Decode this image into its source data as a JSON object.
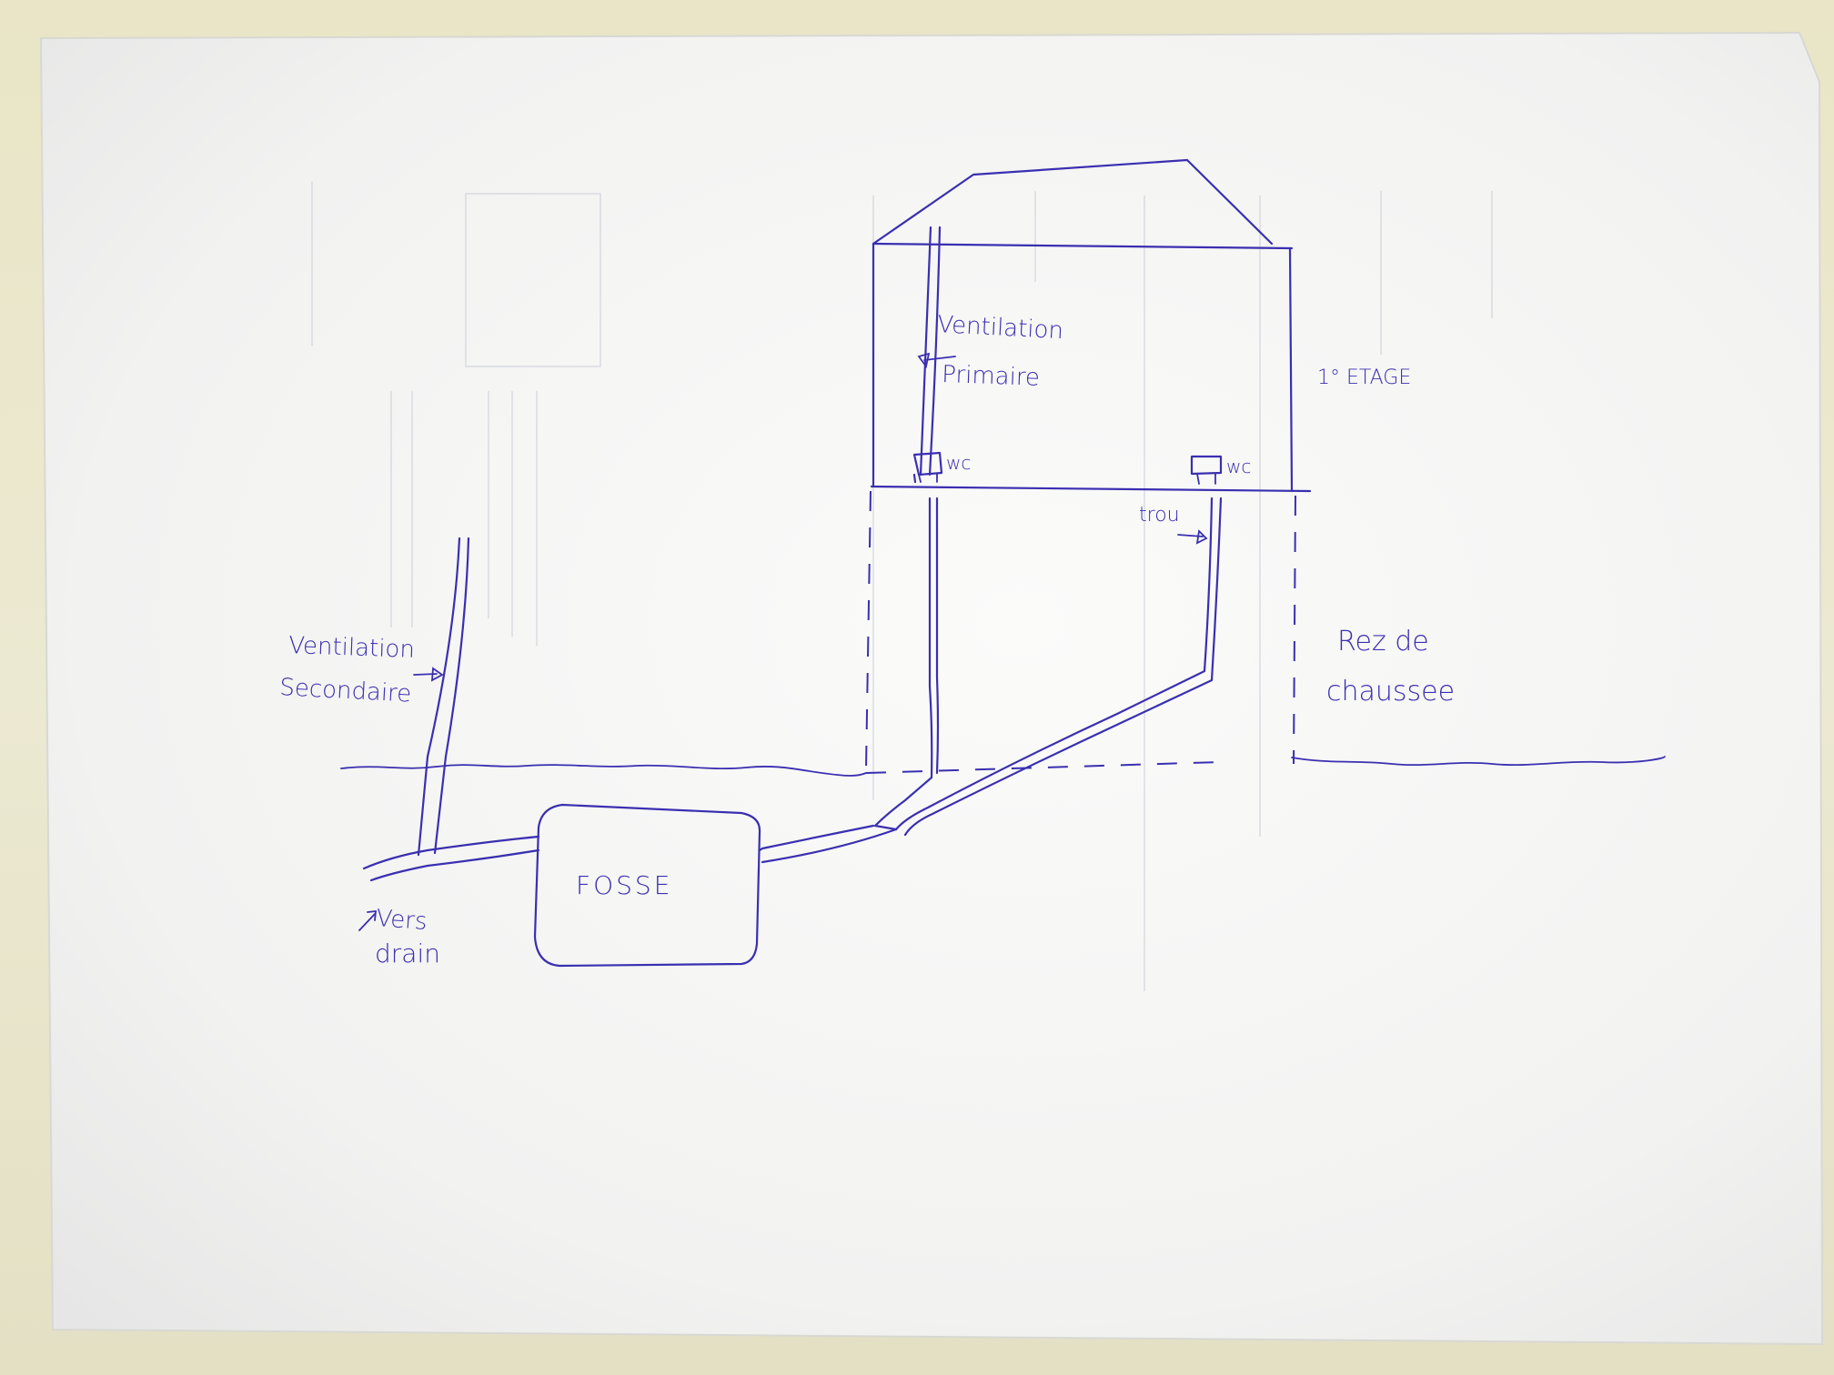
{
  "diagram": {
    "labels": {
      "ventilation_primaire_1": "Ventilation",
      "ventilation_primaire_2": "Primaire",
      "etage": "1° ETAGE",
      "wc_left": "wc",
      "wc_right": "wc",
      "trou": "trou",
      "rez_1": "Rez de",
      "rez_2": "chaussee",
      "ventilation_secondaire_1": "Ventilation",
      "ventilation_secondaire_2": "Secondaire",
      "fosse": "FOSSE",
      "vers_drain_1": "Vers",
      "vers_drain_2": "drain"
    }
  },
  "colors": {
    "ink": "#3a2fb0",
    "paper": "#f6f6f4",
    "background": "#e9e5c6"
  }
}
